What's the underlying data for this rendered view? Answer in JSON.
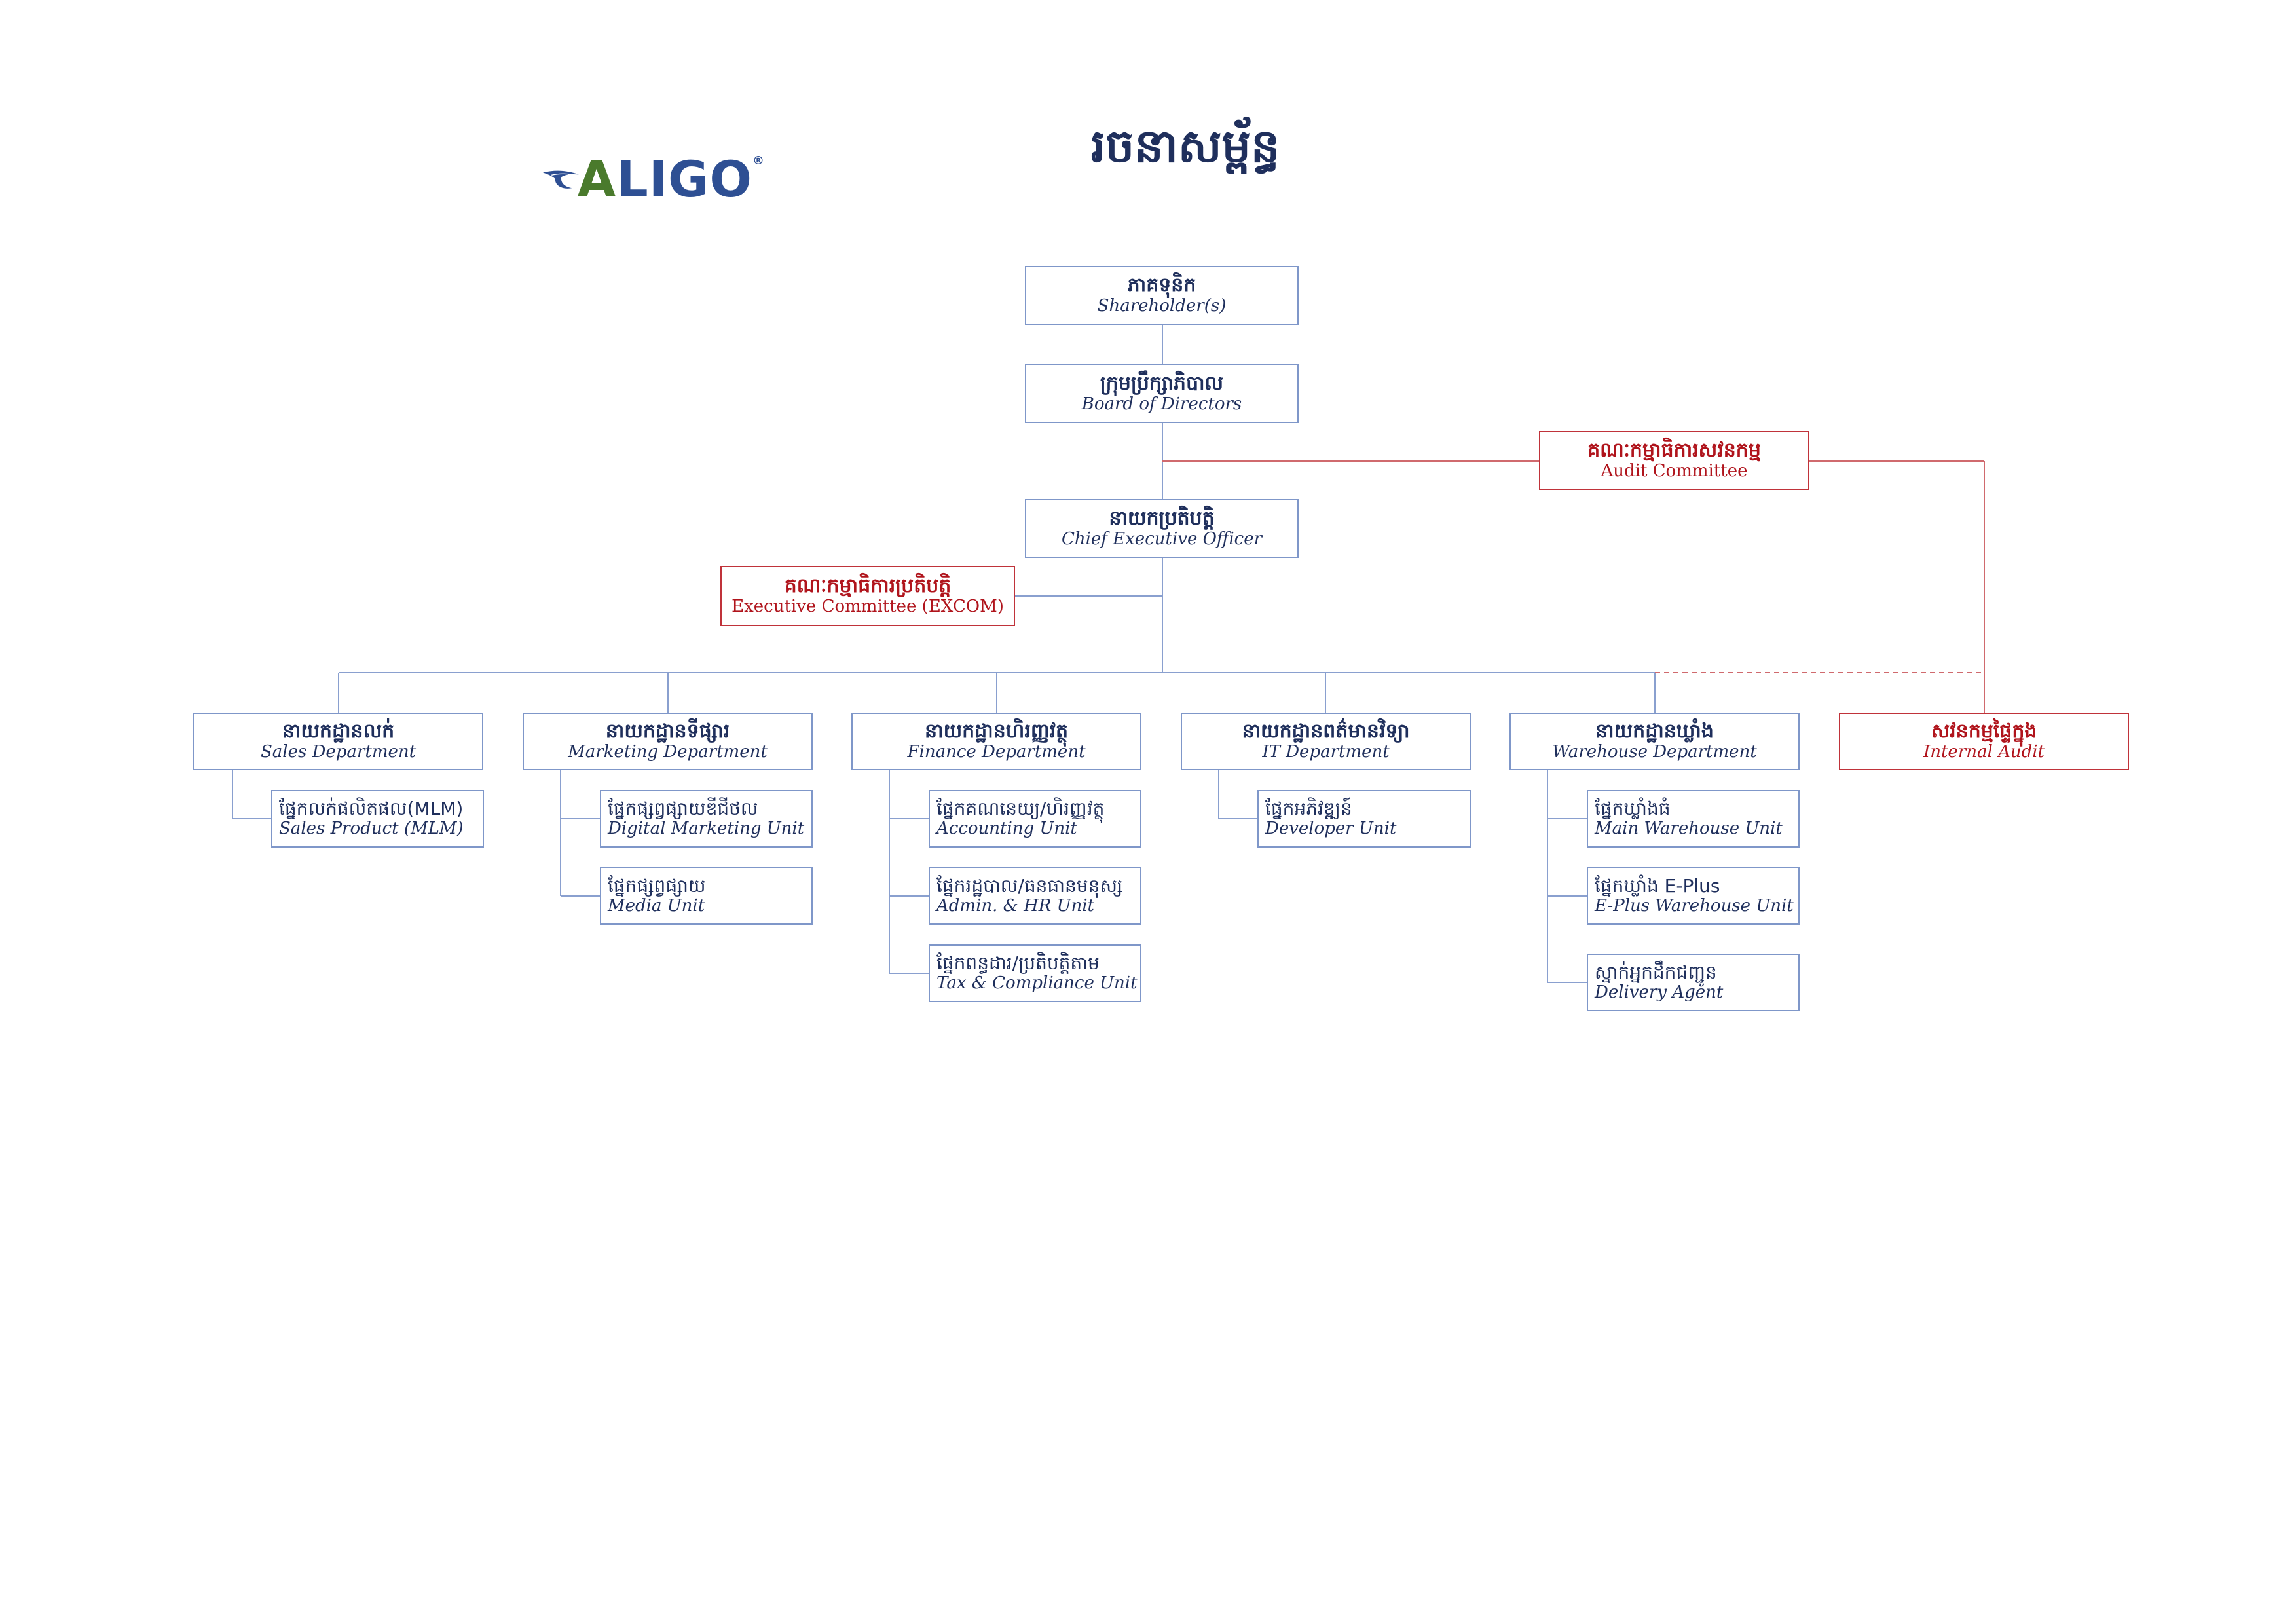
{
  "title": "រចនាសម្ព័ន្ធ",
  "logo": {
    "first_letter": "A",
    "rest": "LIGO",
    "mark": "®",
    "icon": "wing-logo-icon"
  },
  "colors": {
    "navy": "#1f2f5c",
    "box_border": "#7f97c9",
    "red": "#b0141c",
    "line": "#8aa0cf",
    "red_line": "#d06a6e"
  },
  "top": {
    "shareholders": {
      "km": "ភាគទុនិក",
      "en": "Shareholder(s)"
    },
    "board": {
      "km": "ក្រុមប្រឹក្សាភិបាល",
      "en": "Board of Directors"
    },
    "audit_committee": {
      "km": "គណៈកម្មាធិការសវនកម្ម",
      "en": "Audit Committee"
    },
    "ceo": {
      "km": "នាយកប្រតិបត្តិ",
      "en": "Chief Executive Officer"
    },
    "excom": {
      "km": "គណៈកម្មាធិការប្រតិបត្តិ",
      "en": "Executive Committee (EXCOM)"
    }
  },
  "departments": [
    {
      "km": "នាយកដ្ឋានលក់",
      "en": "Sales Department",
      "units": [
        {
          "km": "ផ្នែកលក់ផលិតផល(MLM)",
          "en": "Sales Product (MLM)"
        }
      ]
    },
    {
      "km": "នាយកដ្ឋានទីផ្សារ",
      "en": "Marketing Department",
      "units": [
        {
          "km": "ផ្នែកផ្សព្វផ្សាយឌីជីថល",
          "en": "Digital Marketing Unit"
        },
        {
          "km": "ផ្នែកផ្សព្វផ្សាយ",
          "en": "Media Unit"
        }
      ]
    },
    {
      "km": "នាយកដ្ឋានហិរញ្ញវត្ថុ",
      "en": "Finance Department",
      "units": [
        {
          "km": "ផ្នែកគណនេយ្យ/ហិរញ្ញវត្ថុ",
          "en": "Accounting Unit"
        },
        {
          "km": "ផ្នែករដ្ឋបាល/ធនធានមនុស្ស",
          "en": "Admin. & HR Unit"
        },
        {
          "km": "ផ្នែកពន្ធដារ/ប្រតិបត្តិតាម",
          "en": "Tax & Compliance Unit"
        }
      ]
    },
    {
      "km": "នាយកដ្ឋានពត៌មានវិទ្យា",
      "en": "IT Department",
      "units": [
        {
          "km": "ផ្នែកអភិវឌ្ឍន៍",
          "en": "Developer Unit"
        }
      ]
    },
    {
      "km": "នាយកដ្ឋានឃ្លាំង",
      "en": "Warehouse Department",
      "units": [
        {
          "km": "ផ្នែកឃ្លាំងធំ",
          "en": "Main Warehouse Unit"
        },
        {
          "km": "ផ្នែកឃ្លាំង E-Plus",
          "en": "E-Plus Warehouse Unit"
        },
        {
          "km": "ស្នាក់អ្នកដឹកជញ្ជូន",
          "en": "Delivery Agent"
        }
      ]
    }
  ],
  "internal_audit": {
    "km": "សវនកម្មផ្ទៃក្នុង",
    "en": "Internal Audit"
  }
}
